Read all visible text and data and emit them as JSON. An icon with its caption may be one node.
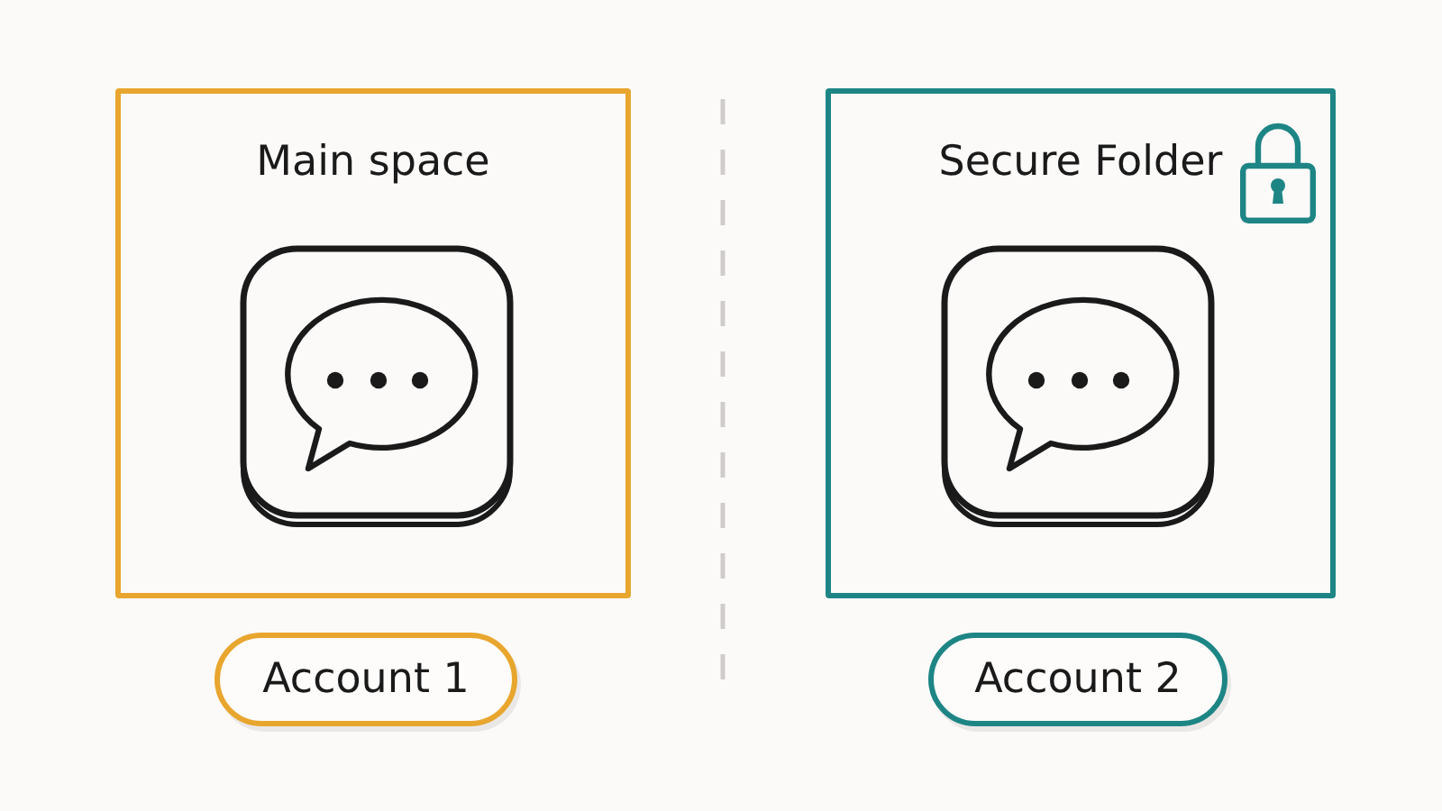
{
  "diagram": {
    "nodes": [
      {
        "text": [
          "Main space"
        ]
      },
      {
        "text": [
          "Secure Folder"
        ]
      },
      {
        "text": [
          "Account 1"
        ]
      },
      {
        "text": [
          "Account 2"
        ]
      }
    ]
  }
}
